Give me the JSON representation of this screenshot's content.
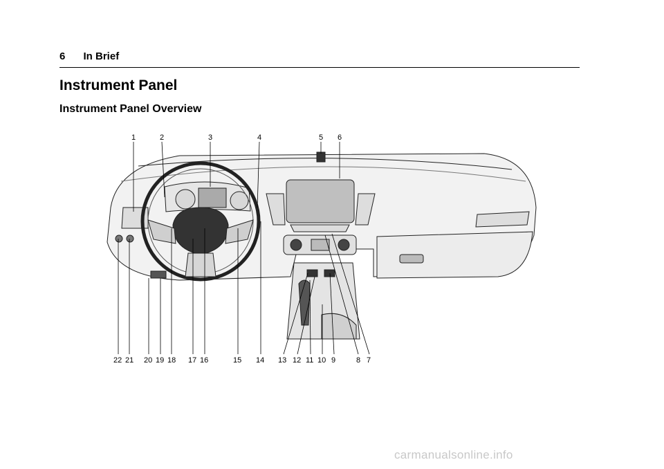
{
  "header": {
    "page_number": "6",
    "section": "In Brief"
  },
  "title": "Instrument Panel",
  "subtitle": "Instrument Panel Overview",
  "callouts_top": [
    "1",
    "2",
    "3",
    "4",
    "5",
    "6"
  ],
  "callouts_bottom": [
    "22",
    "21",
    "20",
    "19",
    "18",
    "17",
    "16",
    "15",
    "14",
    "13",
    "12",
    "11",
    "10",
    "9",
    "8",
    "7"
  ],
  "watermark": "carmanualsonline.info"
}
